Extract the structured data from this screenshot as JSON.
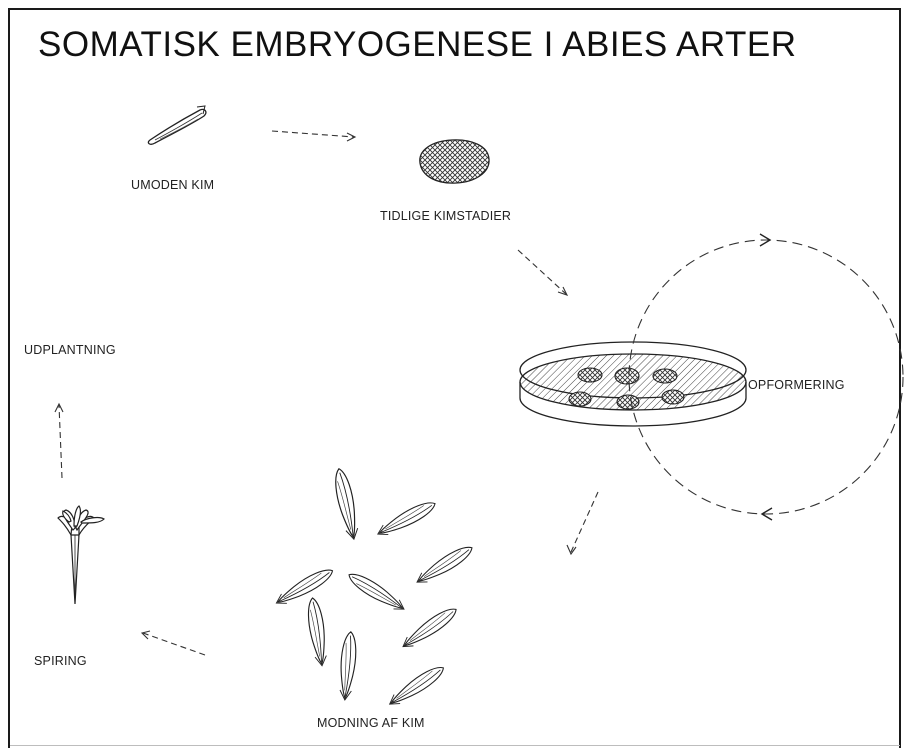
{
  "diagram": {
    "title": "SOMATISK EMBRYOGENESE I ABIES ARTER",
    "stages": {
      "immature_embryo": "UMODEN KIM",
      "early_stages": "TIDLIGE KIMSTADIER",
      "proliferation": "OPFORMERING",
      "maturation": "MODNING AF KIM",
      "germination": "SPIRING",
      "planting_out": "UDPLANTNING"
    }
  }
}
